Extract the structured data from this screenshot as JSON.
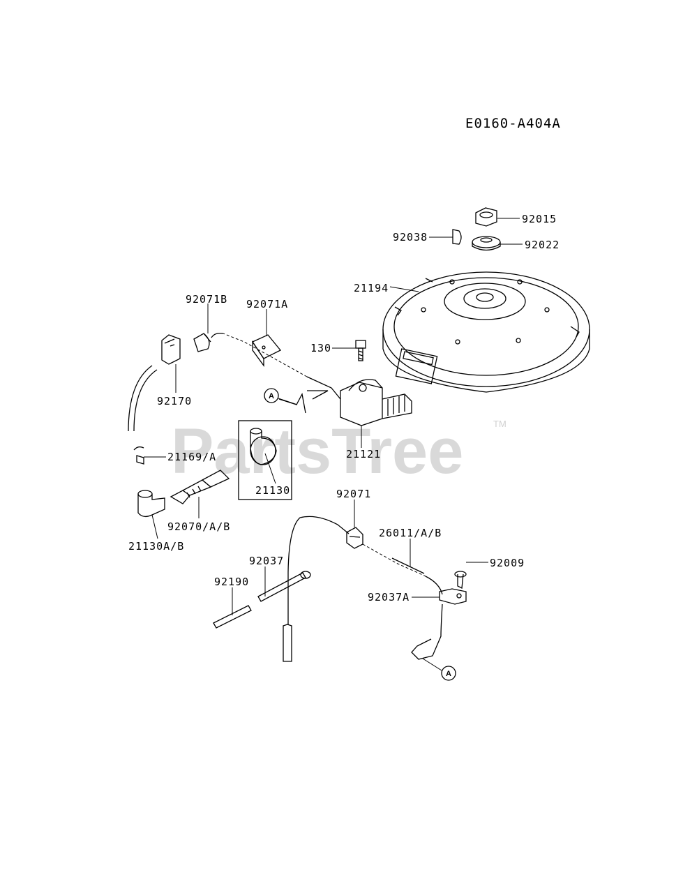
{
  "diagram": {
    "code": "E0160-A404A",
    "watermark": "PartsTree",
    "watermark_tm": "TM",
    "callout_letter": "A",
    "parts": {
      "p92015": "92015",
      "p92038": "92038",
      "p92022": "92022",
      "p21194": "21194",
      "p92071B": "92071B",
      "p92071A": "92071A",
      "p130": "130",
      "p92170": "92170",
      "p21121": "21121",
      "p21169A": "21169/A",
      "p21130": "21130",
      "p92070AB": "92070/A/B",
      "p21130AB": "21130A/B",
      "p92071": "92071",
      "p26011AB": "26011/A/B",
      "p92009": "92009",
      "p92037": "92037",
      "p92037A": "92037A",
      "p92190": "92190"
    }
  }
}
